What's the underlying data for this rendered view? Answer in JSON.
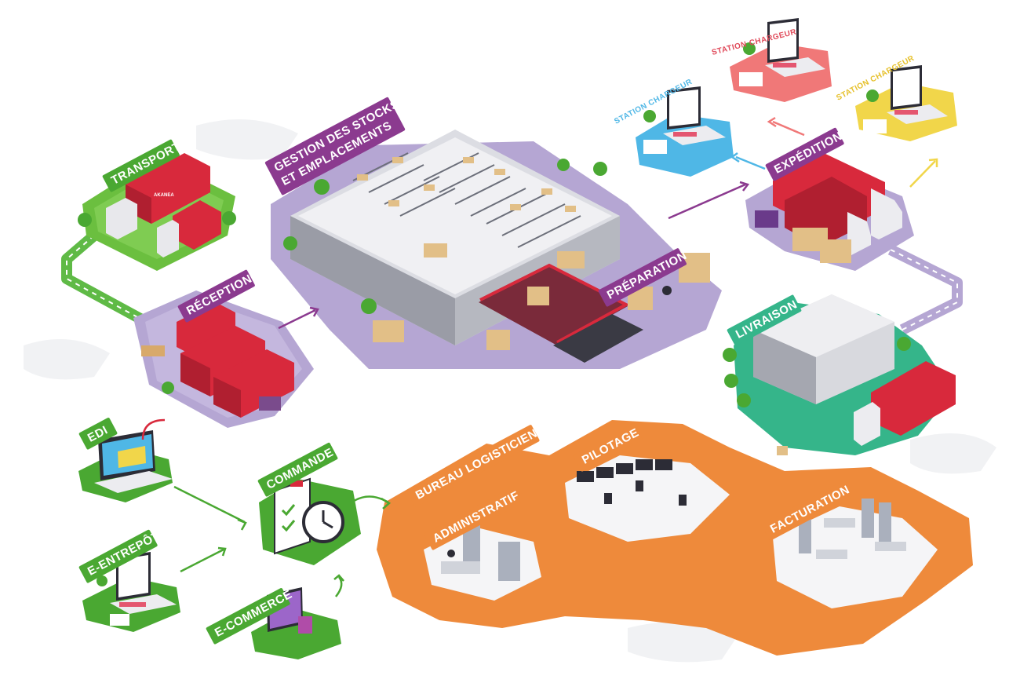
{
  "colors": {
    "green": "#4aa832",
    "purple": "#8b3a8f",
    "lavender": "#b5a6d3",
    "orange": "#ee8a3b",
    "red": "#d8293c",
    "teal": "#35b58a",
    "blue": "#4fb7e6",
    "coral": "#f07878",
    "yellow": "#f1d64a"
  },
  "labels": {
    "transport": "TRANSPORT",
    "gestion_line1": "GESTION DES STOCKS",
    "gestion_line2": "ET EMPLACEMENTS",
    "reception": "RÉCEPTION",
    "preparation": "PRÉPARATION",
    "expedition": "EXPÉDITION",
    "livraison": "LIVRAISON",
    "station_blue": "STATION CHARGEUR",
    "station_red": "STATION CHARGEUR",
    "station_yellow": "STATION CHARGEUR",
    "edi": "EDI",
    "commande": "COMMANDE",
    "e_entrepot": "E-ENTREPÔT",
    "e_commerce": "E-COMMERCE",
    "bureau": "BUREAU LOGISTICIEN",
    "administratif": "ADMINISTRATIF",
    "pilotage": "PILOTAGE",
    "facturation": "FACTURATION"
  },
  "truck_brand": "AKANEA"
}
